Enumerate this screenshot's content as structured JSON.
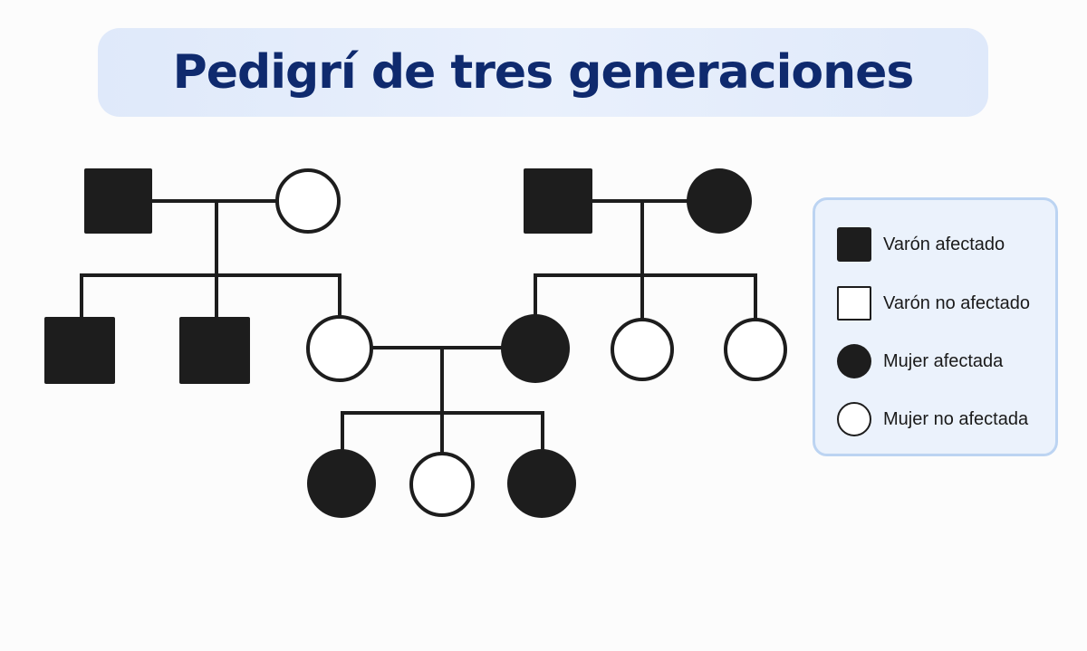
{
  "title": "Pedigrí de tres generaciones",
  "legend": {
    "items": [
      {
        "symbol": "square-filled",
        "label": "Varón afectado"
      },
      {
        "symbol": "square-empty",
        "label": "Varón no afectado"
      },
      {
        "symbol": "circle-filled",
        "label": "Mujer afectada"
      },
      {
        "symbol": "circle-empty",
        "label": "Mujer no afectada"
      }
    ]
  },
  "colors": {
    "affected": "#1d1d1d",
    "unaffected": "#ffffff",
    "title": "#0f2a6e",
    "legend_border": "#bcd4f2"
  },
  "pedigree": {
    "generation_1": [
      {
        "sex": "male",
        "affected": true
      },
      {
        "sex": "female",
        "affected": false
      },
      {
        "sex": "male",
        "affected": true
      },
      {
        "sex": "female",
        "affected": true
      }
    ],
    "generation_2": [
      {
        "sex": "male",
        "affected": true
      },
      {
        "sex": "male",
        "affected": true
      },
      {
        "sex": "female",
        "affected": false
      },
      {
        "sex": "female",
        "affected": true
      },
      {
        "sex": "female",
        "affected": false
      },
      {
        "sex": "female",
        "affected": false
      }
    ],
    "generation_3": [
      {
        "sex": "female",
        "affected": true
      },
      {
        "sex": "female",
        "affected": false
      },
      {
        "sex": "female",
        "affected": true
      }
    ]
  }
}
